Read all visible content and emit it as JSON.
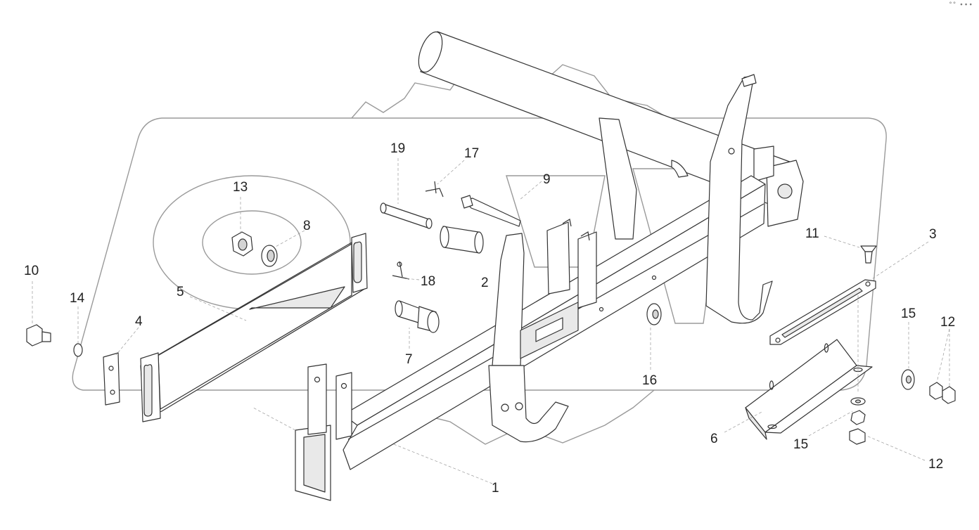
{
  "corner_glyph": "°° ∙∙∙",
  "labels": {
    "l1": "1",
    "l2": "2",
    "l3": "3",
    "l4": "4",
    "l5": "5",
    "l6": "6",
    "l7": "7",
    "l8": "8",
    "l9": "9",
    "l10": "10",
    "l11": "11",
    "l12a": "12",
    "l12b": "12",
    "l13": "13",
    "l14": "14",
    "l15a": "15",
    "l15b": "15",
    "l16": "16",
    "l17": "17",
    "l18": "18",
    "l19": "19"
  }
}
